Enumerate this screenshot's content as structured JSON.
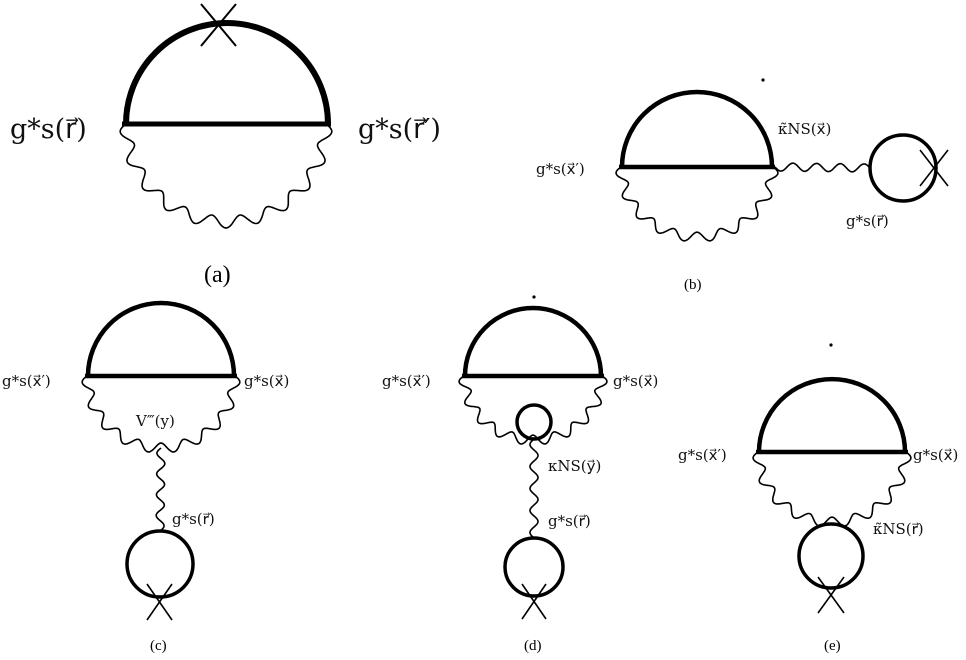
{
  "panels": {
    "a": {
      "caption": "(a)",
      "label_left": "g*s(r⃗)",
      "label_right": "g*s(r⃗′)"
    },
    "b": {
      "caption": "(b)",
      "label_left": "g*s(x⃗′)",
      "label_link": "κ̃NS(x⃗)",
      "label_bottom": "g*s(r⃗)"
    },
    "c": {
      "caption": "(c)",
      "label_left": "g*s(x⃗′)",
      "label_right": "g*s(x⃗)",
      "label_vertex": "V‴(y)",
      "label_bottom": "g*s(r⃗)"
    },
    "d": {
      "caption": "(d)",
      "label_left": "g*s(x⃗′)",
      "label_right": "g*s(x⃗)",
      "label_link": "κNS(y⃗)",
      "label_bottom": "g*s(r⃗)"
    },
    "e": {
      "caption": "(e)",
      "label_left": "g*s(x⃗′)",
      "label_right": "g*s(x⃗)",
      "label_link": "κ̃NS(r⃗)"
    }
  }
}
